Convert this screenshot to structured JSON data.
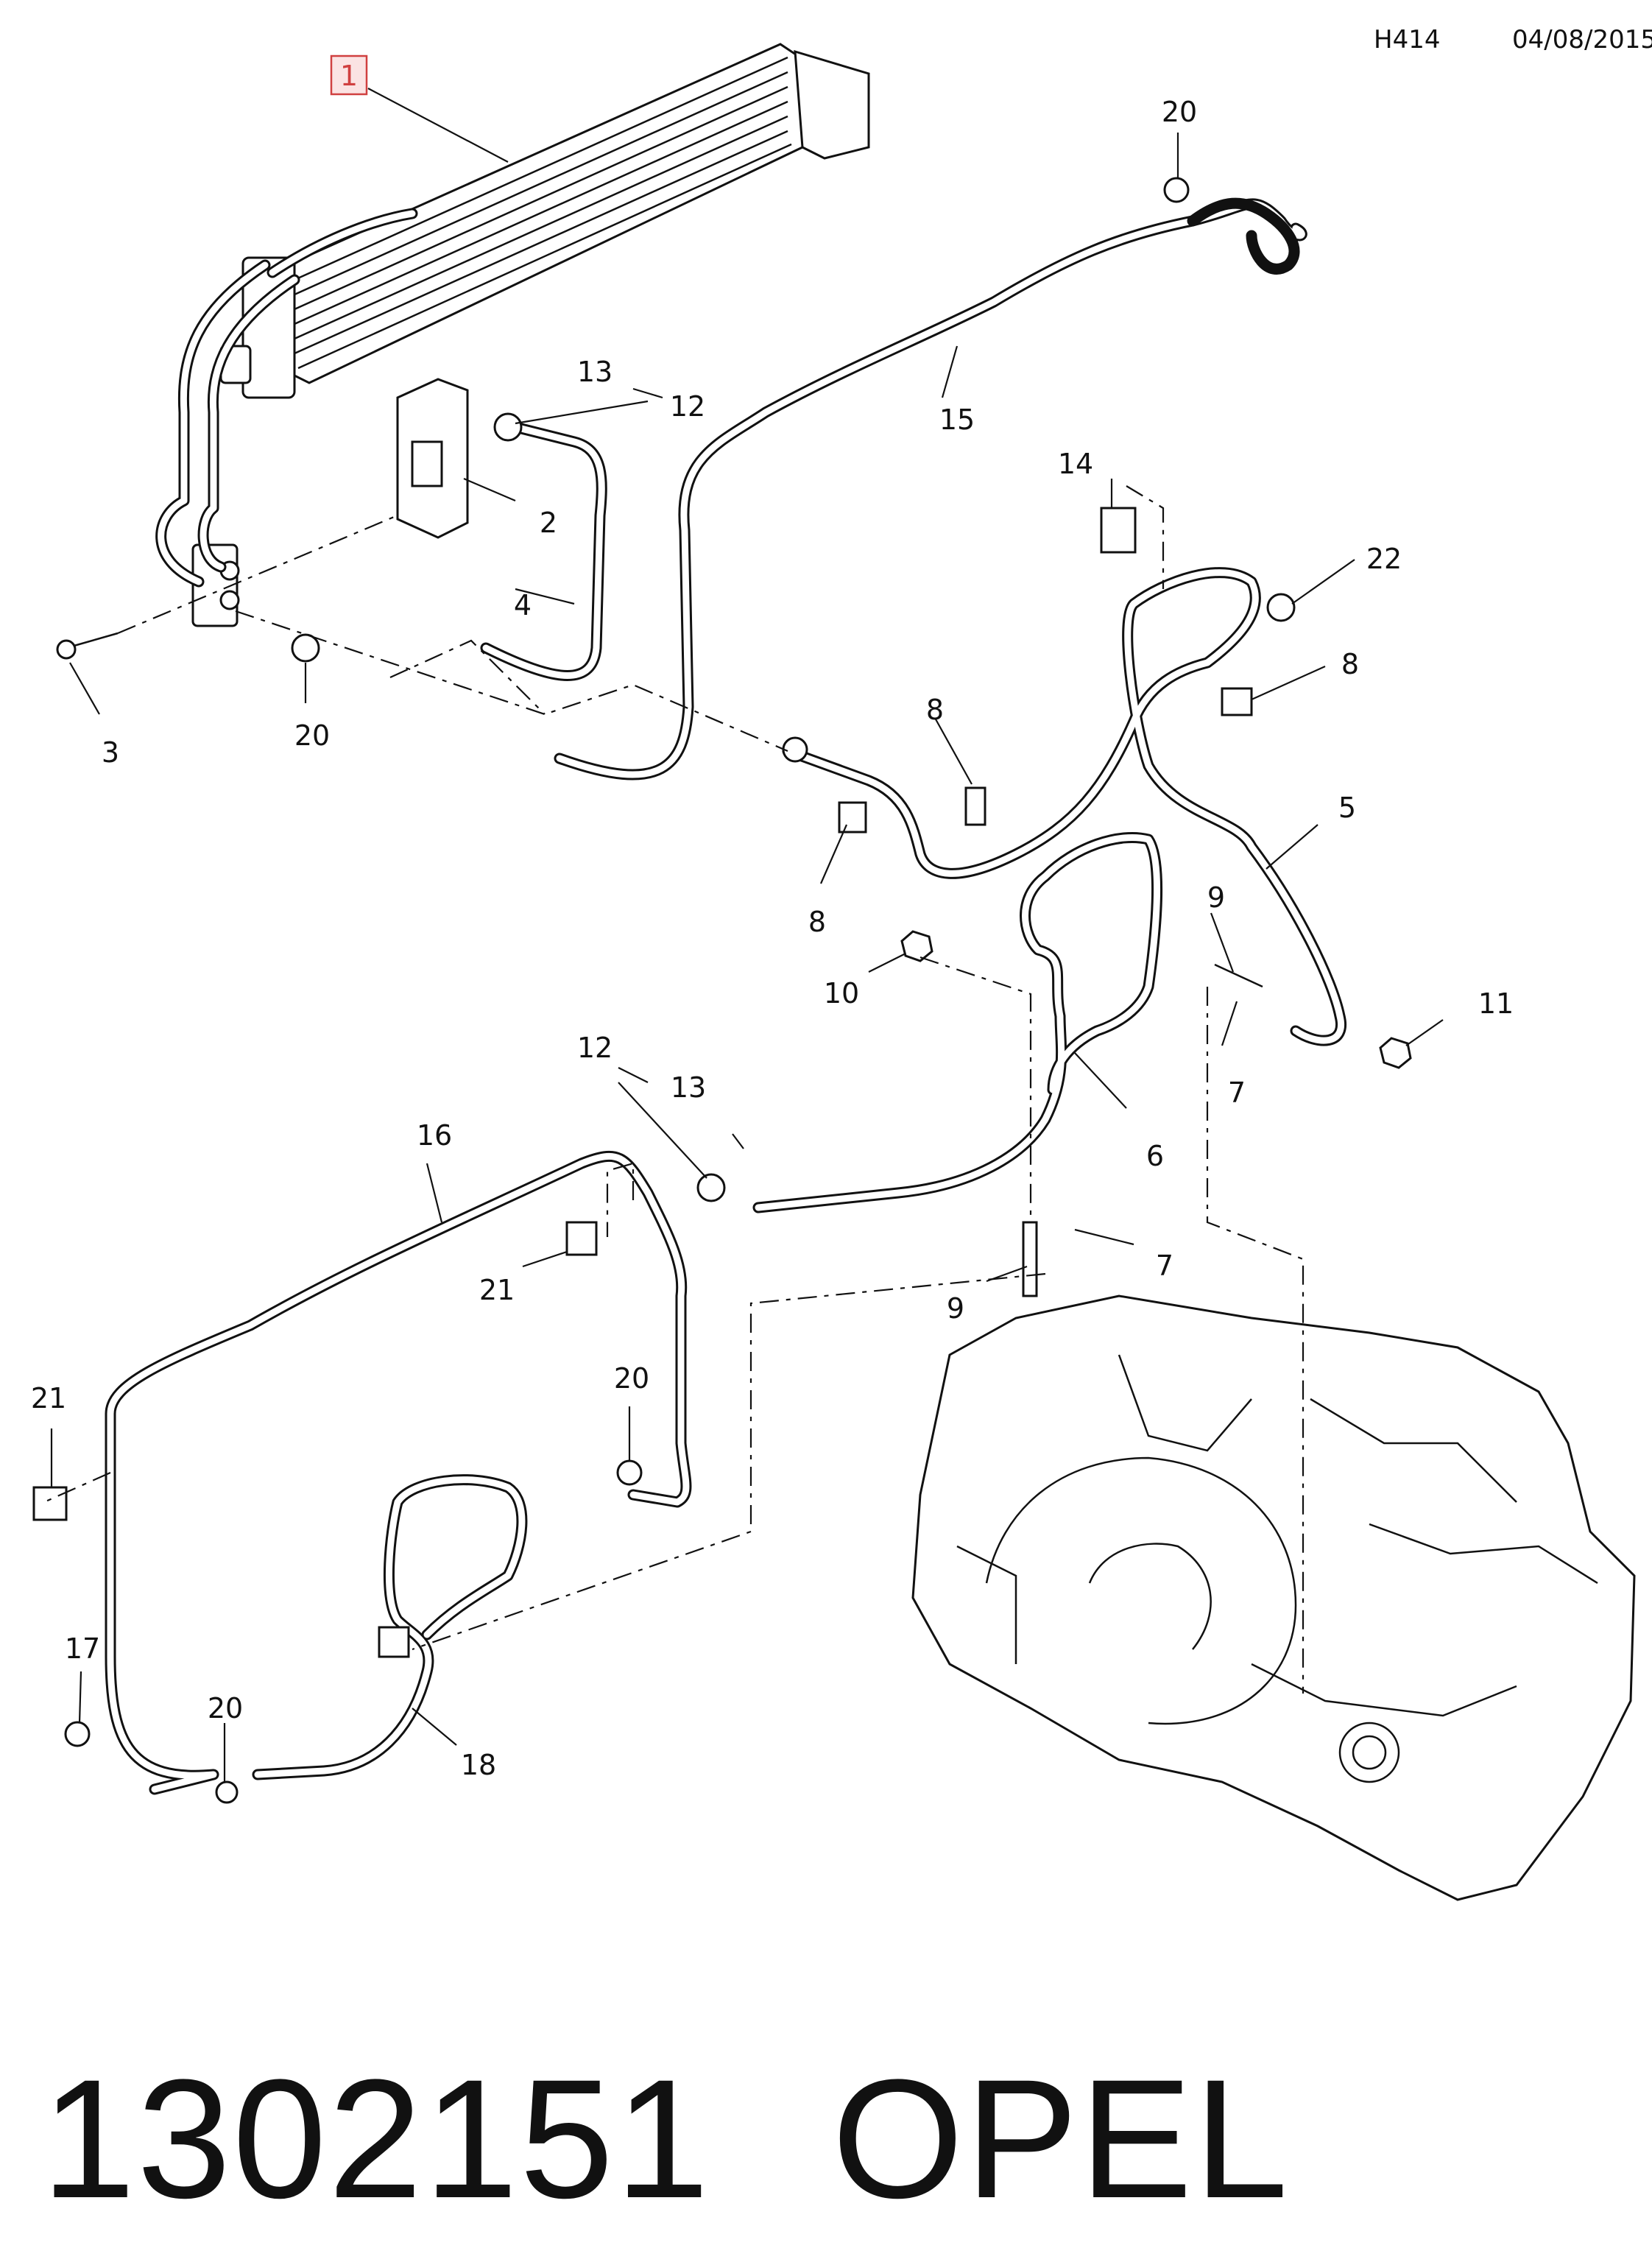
{
  "header": {
    "code": "H414",
    "date": "04/08/2015"
  },
  "callouts": {
    "c1": "1",
    "c2": "2",
    "c3": "3",
    "c4": "4",
    "c5": "5",
    "c6": "6",
    "c7a": "7",
    "c7b": "7",
    "c8a": "8",
    "c8b": "8",
    "c8c": "8",
    "c9a": "9",
    "c9b": "9",
    "c10": "10",
    "c11": "11",
    "c12a": "12",
    "c12b": "12",
    "c13a": "13",
    "c13b": "13",
    "c14": "14",
    "c15": "15",
    "c16": "16",
    "c17": "17",
    "c18": "18",
    "c20a": "20",
    "c20b": "20",
    "c20c": "20",
    "c20d": "20",
    "c21a": "21",
    "c21b": "21",
    "c22": "22"
  },
  "footer": {
    "part_number": "1302151",
    "brand": "OPEL"
  },
  "colors": {
    "highlight_fill": "#fbe3e3",
    "highlight_stroke": "#d04040",
    "line": "#111111"
  }
}
